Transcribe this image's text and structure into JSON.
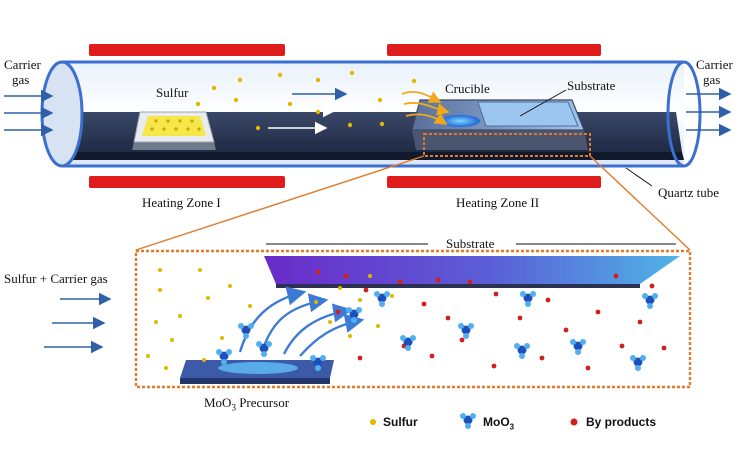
{
  "labels": {
    "carrier_gas_left": [
      "Carrier",
      "gas"
    ],
    "carrier_gas_right": [
      "Carrier",
      "gas"
    ],
    "sulfur": "Sulfur",
    "crucible": "Crucible",
    "substrate_top": "Substrate",
    "quartz_tube": "Quartz tube",
    "heating_zone_1": "Heating Zone I",
    "heating_zone_2": "Heating Zone II",
    "substrate_zoom": "Substrate",
    "sulfur_carrier_gas": "Sulfur + Carrier gas",
    "precursor_prefix": "MoO",
    "precursor_sub": "3",
    "precursor_suffix": " Precursor"
  },
  "legend": [
    {
      "name": "Sulfur",
      "sub": "",
      "icon": "sulfur-dot-icon",
      "color": "#e0b800"
    },
    {
      "name": "MoO",
      "sub": "3",
      "icon": "moo3-molecule-icon",
      "color": "#2a6fd6"
    },
    {
      "name": "By products",
      "sub": "",
      "icon": "byproduct-dot-icon",
      "color": "#d11f1f"
    }
  ],
  "colors": {
    "heater": "#e01b1b",
    "tube_outline": "#3b6fd1",
    "floor": "#2c3a57",
    "arrow": "#2e5fa8",
    "zoom_border": "#e07a2a",
    "substrate_gradient_start": "#7a2fd0",
    "substrate_gradient_end": "#4ab0e8"
  }
}
